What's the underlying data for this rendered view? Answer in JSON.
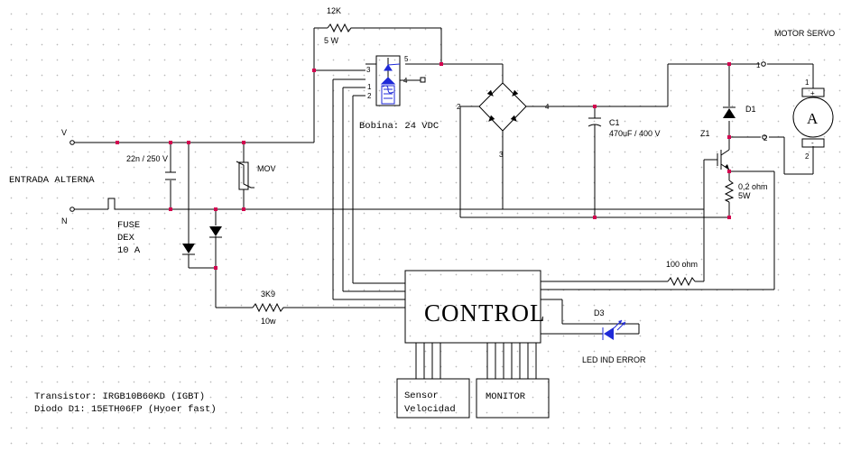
{
  "components": {
    "resistor_12k": {
      "value": "12K",
      "power": "5 W"
    },
    "motor": {
      "title": "MOTOR SERVO",
      "symbol": "A",
      "plus": "+",
      "minus": "-",
      "pin1": "1",
      "pin2": "2"
    },
    "relay": {
      "pin1": "1",
      "pin2": "2",
      "pin3": "3",
      "pin4": "4",
      "pin5": "5",
      "coil": "Bobina: 24 VDC"
    },
    "bridge": {
      "pin2": "2",
      "pin3": "3",
      "pin4": "4"
    },
    "capacitor_c1": {
      "name": "C1",
      "value": "470uF / 400 V"
    },
    "diode_d1": {
      "name": "D1"
    },
    "transistor_z1": {
      "name": "Z1"
    },
    "terminal_motor": {
      "pin1": "1",
      "pin2": "2"
    },
    "shunt": {
      "value": "0,2 ohm",
      "power": "5W"
    },
    "input_cap": {
      "value": "22n / 250 V"
    },
    "mov": {
      "name": "MOV"
    },
    "input": {
      "label": "ENTRADA ALTERNA",
      "v": "V",
      "n": "N"
    },
    "fuse": {
      "line1": "FUSE",
      "line2": "DEX",
      "line3": "10 A"
    },
    "gate_resistor": {
      "value": "100 ohm"
    },
    "resistor_3k9": {
      "value": "3K9",
      "power": "10w"
    },
    "control": {
      "label": "CONTROL"
    },
    "led_d3": {
      "name": "D3",
      "caption": "LED IND ERROR"
    },
    "sensor": {
      "line1": "Sensor",
      "line2": "Velocidad"
    },
    "monitor": {
      "label": "MONITOR"
    },
    "notes": {
      "line1": "Transistor: IRGB10B60KD (IGBT)",
      "line2": "Diodo D1: 15ETH06FP (Hyoer fast)"
    }
  },
  "colors": {
    "junction": "#d3004f",
    "relay_blue": "#1f2ad8",
    "wire": "#000000",
    "grid_dot": "#b9b9b9"
  }
}
